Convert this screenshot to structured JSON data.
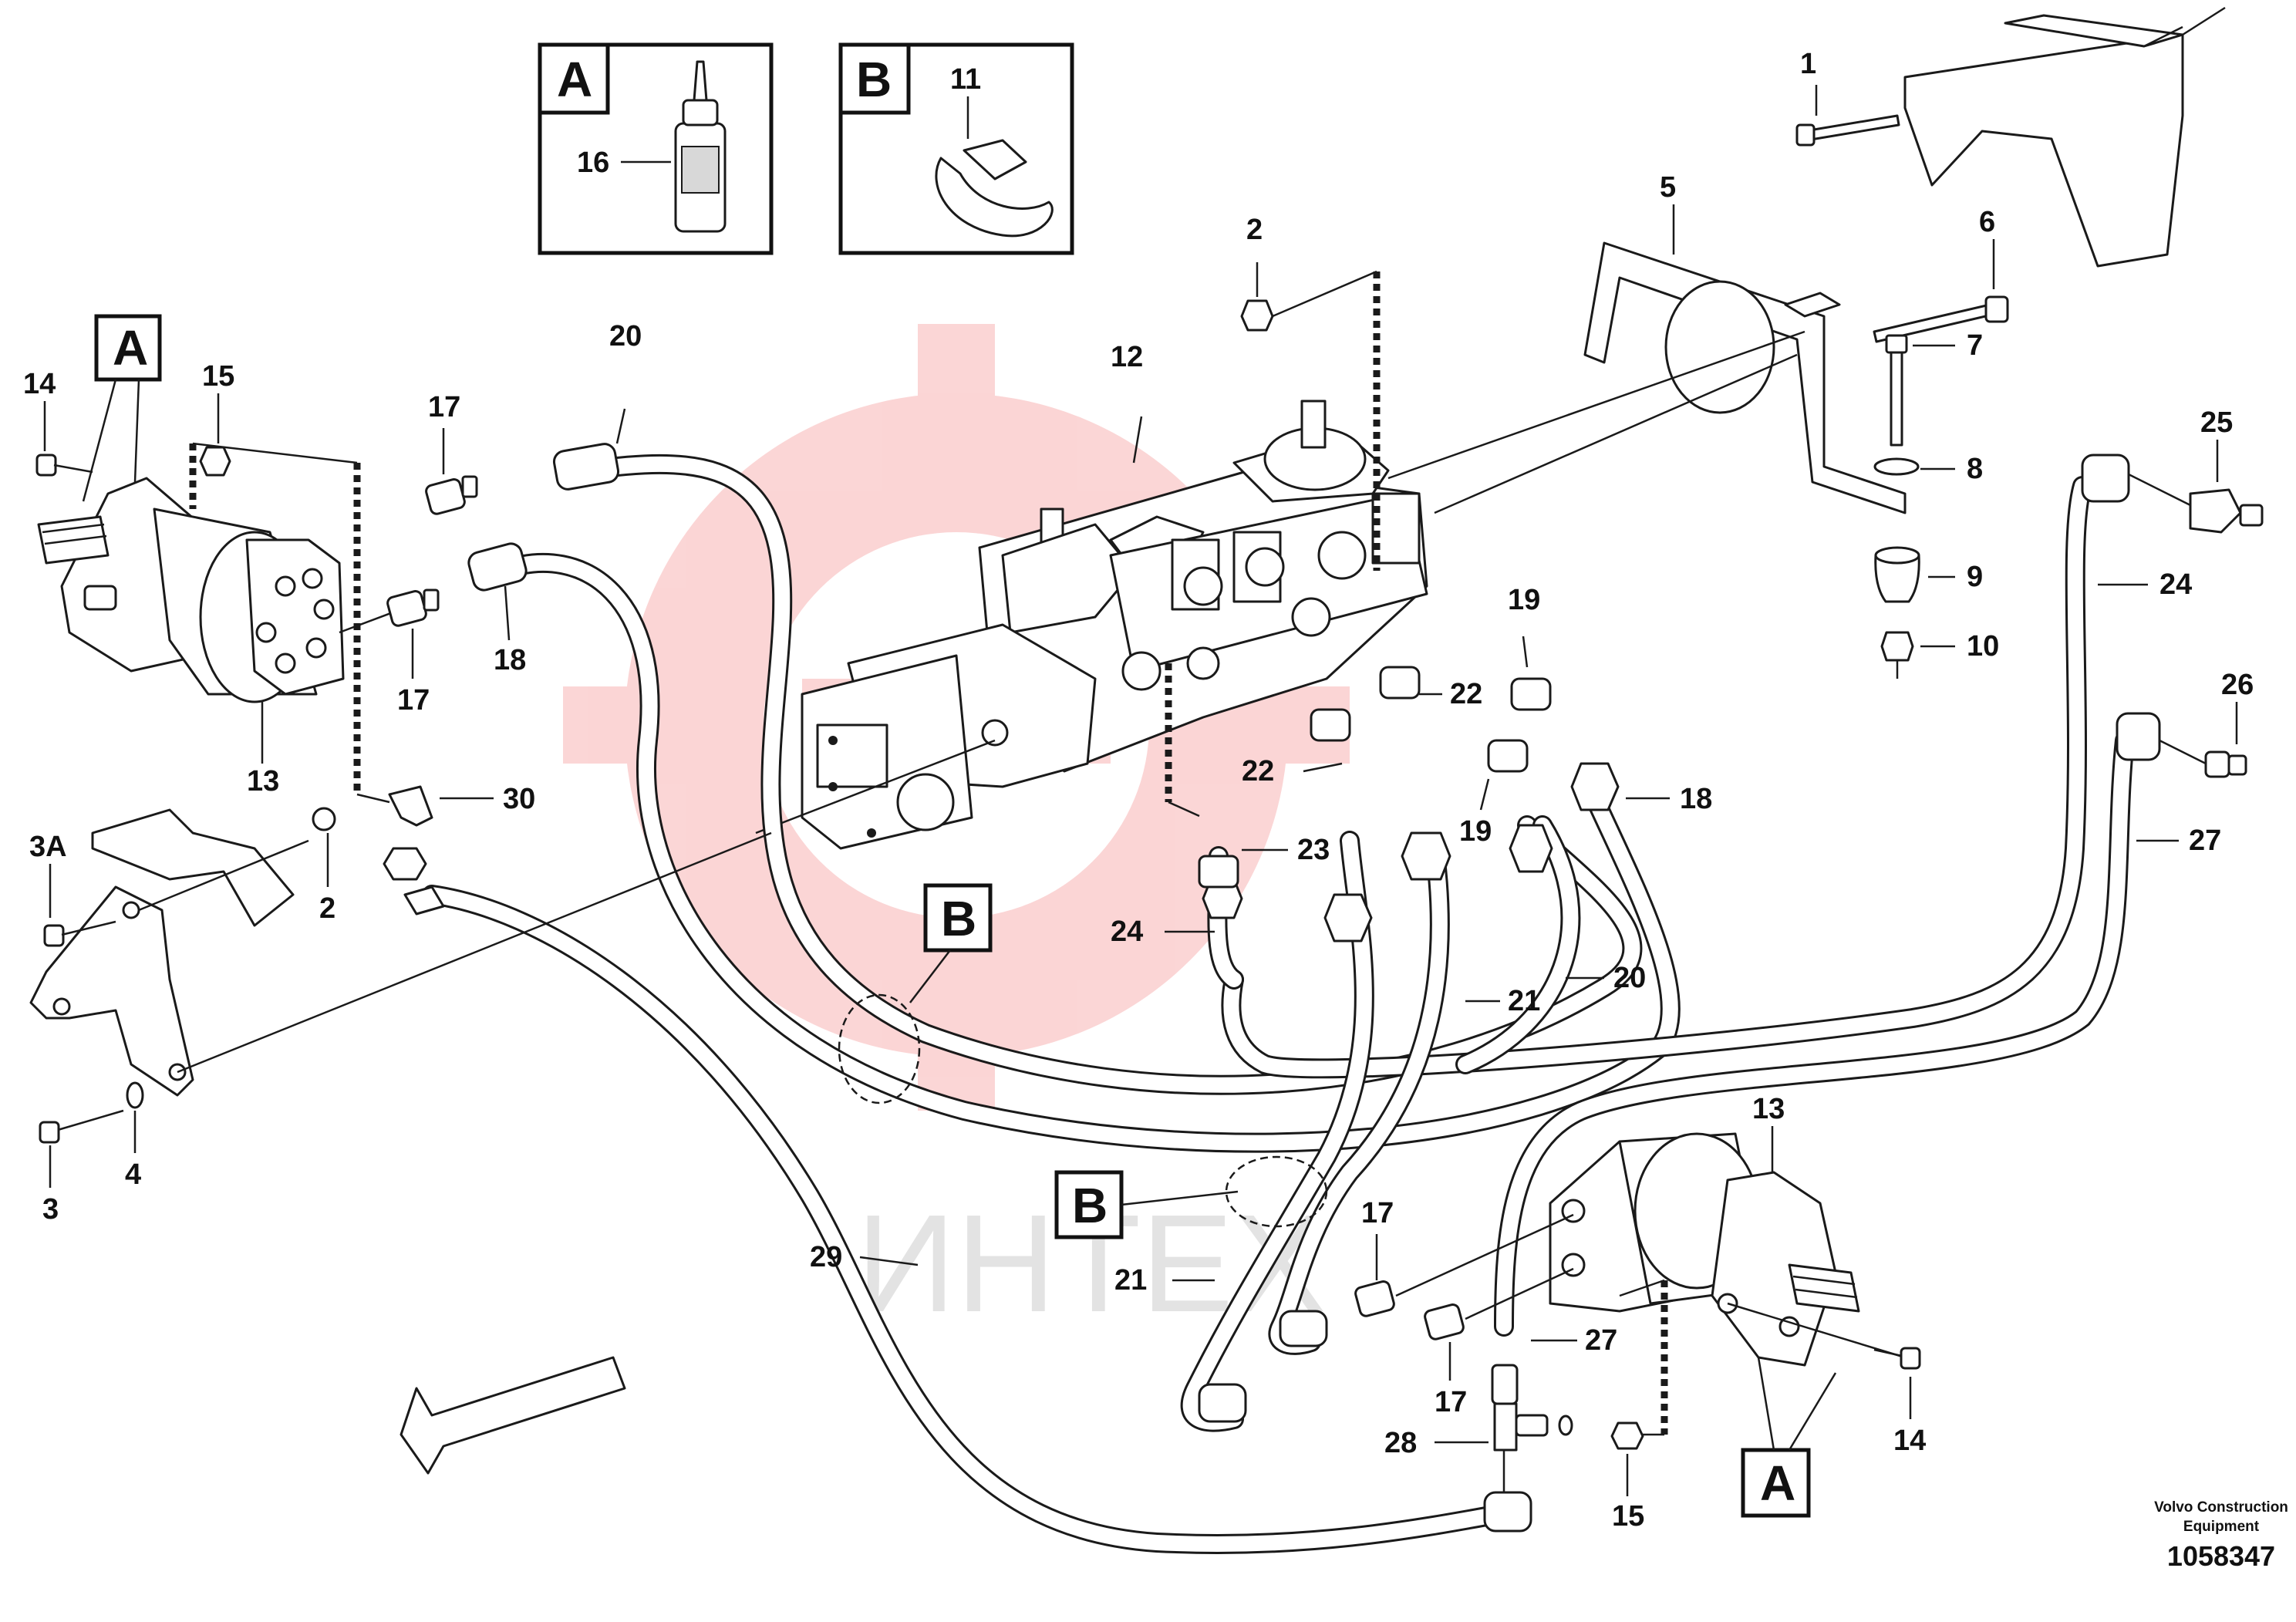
{
  "diagram": {
    "callouts": {
      "c1": "1",
      "c2a": "2",
      "c2b": "2",
      "c3": "3",
      "c3a": "3A",
      "c4": "4",
      "c5": "5",
      "c6": "6",
      "c7": "7",
      "c8": "8",
      "c9": "9",
      "c10": "10",
      "c11": "11",
      "c12": "12",
      "c13a": "13",
      "c13b": "13",
      "c14a": "14",
      "c14b": "14",
      "c15a": "15",
      "c15b": "15",
      "c16": "16",
      "c17a": "17",
      "c17b": "17",
      "c17c": "17",
      "c17d": "17",
      "c18a": "18",
      "c18b": "18",
      "c19a": "19",
      "c19b": "19",
      "c20a": "20",
      "c20b": "20",
      "c21a": "21",
      "c21b": "21",
      "c22a": "22",
      "c22b": "22",
      "c23": "23",
      "c24a": "24",
      "c24b": "24",
      "c25": "25",
      "c26": "26",
      "c27a": "27",
      "c27b": "27",
      "c28": "28",
      "c29": "29",
      "c30": "30"
    },
    "detail_boxes": {
      "box_a": "A",
      "box_b": "B",
      "ref_a_top": "A",
      "ref_a_bottom": "A",
      "ref_b_middle": "B",
      "ref_b_lower": "B"
    },
    "watermark": "ИНТЕХ",
    "credit": {
      "line1": "Volvo Construction",
      "line2": "Equipment",
      "doc_number": "1058347"
    }
  }
}
